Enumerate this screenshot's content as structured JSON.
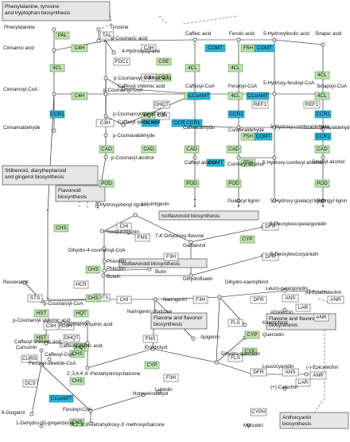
{
  "maps": [
    {
      "id": "phe",
      "lines": [
        "Phenylalanine, tyrosine",
        "and tryptophan biosynthesis"
      ]
    },
    {
      "id": "stilb",
      "lines": [
        "Stilbenoid, diarylheptanoid",
        "and gingerol biosynthesis"
      ]
    },
    {
      "id": "flav",
      "lines": [
        "Flavonoid",
        "biosynthesis"
      ]
    },
    {
      "id": "isoflav1",
      "lines": [
        "Isoflavonoid biosynthesis"
      ]
    },
    {
      "id": "isoflav2",
      "lines": [
        "Isoflavonoid biosynthesis"
      ]
    },
    {
      "id": "flavone",
      "lines": [
        "Flavone and flavonol",
        "biosynthesis"
      ]
    },
    {
      "id": "flavone2",
      "lines": [
        "Flavone and flavonol",
        "biosynthesis"
      ]
    },
    {
      "id": "antho",
      "lines": [
        "Anthocyanin",
        "biosynthesis"
      ]
    }
  ],
  "enzymes": [
    {
      "label": "PAL",
      "style": "g"
    },
    {
      "label": "TAL",
      "style": "w"
    },
    {
      "label": "C4H",
      "style": "g"
    },
    {
      "label": "FDC1",
      "style": "w"
    },
    {
      "label": "C3H",
      "style": "w"
    },
    {
      "label": "CSE",
      "style": "g"
    },
    {
      "label": "4CL",
      "style": "g"
    },
    {
      "label": "COMT",
      "style": "c"
    },
    {
      "label": "4CL",
      "style": "g"
    },
    {
      "label": "F5H",
      "style": "g"
    },
    {
      "label": "COMT",
      "style": "c"
    },
    {
      "label": "4CL",
      "style": "g"
    },
    {
      "label": "4CL",
      "style": "g"
    },
    {
      "label": "C4H",
      "style": "g"
    },
    {
      "label": "C3H",
      "style": "w"
    },
    {
      "label": "HST",
      "style": "g"
    },
    {
      "label": "4CL",
      "style": "g"
    },
    {
      "label": "CCoAMT",
      "style": "c"
    },
    {
      "label": "4CL",
      "style": "g"
    },
    {
      "label": "CCoAMT",
      "style": "c"
    },
    {
      "label": "4CL",
      "style": "g"
    },
    {
      "label": "CCR1",
      "style": "c"
    },
    {
      "label": "DHQT",
      "style": "w"
    },
    {
      "label": "REF1",
      "style": "w"
    },
    {
      "label": "REF1",
      "style": "w"
    },
    {
      "label": "CCR1",
      "style": "c"
    },
    {
      "label": "CCR1",
      "style": "c"
    },
    {
      "label": "CCR1",
      "style": "c"
    },
    {
      "label": "HQT",
      "style": "g"
    },
    {
      "label": "C3H",
      "style": "w"
    },
    {
      "label": "C3H",
      "style": "w"
    },
    {
      "label": "CCR1",
      "style": "c"
    },
    {
      "label": "CCR1",
      "style": "c"
    },
    {
      "label": "F5H",
      "style": "g"
    },
    {
      "label": "COMT",
      "style": "c"
    },
    {
      "label": "CCR1",
      "style": "c"
    },
    {
      "label": "CAD",
      "style": "g"
    },
    {
      "label": "CAD",
      "style": "g"
    },
    {
      "label": "CAD",
      "style": "g"
    },
    {
      "label": "CAD",
      "style": "g"
    },
    {
      "label": "CAD",
      "style": "g"
    },
    {
      "label": "F5H",
      "style": "g"
    },
    {
      "label": "COMT",
      "style": "c"
    },
    {
      "label": "POD",
      "style": "g"
    },
    {
      "label": "POD",
      "style": "g"
    },
    {
      "label": "POD",
      "style": "g"
    },
    {
      "label": "POD",
      "style": "g"
    },
    {
      "label": "CHS",
      "style": "g"
    },
    {
      "label": "CHI",
      "style": "w"
    },
    {
      "label": "FNS",
      "style": "w"
    },
    {
      "label": "DFR",
      "style": "w"
    },
    {
      "label": "CYP",
      "style": "g"
    },
    {
      "label": "CHS",
      "style": "g"
    },
    {
      "label": "F3H",
      "style": "w"
    },
    {
      "label": "DFR",
      "style": "w"
    },
    {
      "label": "HCR",
      "style": "w"
    },
    {
      "label": "PGT1",
      "style": "w"
    },
    {
      "label": "STS",
      "style": "w"
    },
    {
      "label": "CHS",
      "style": "g"
    },
    {
      "label": "CHI",
      "style": "w"
    },
    {
      "label": "F3H",
      "style": "w"
    },
    {
      "label": "DFR",
      "style": "w"
    },
    {
      "label": "ANS",
      "style": "w"
    },
    {
      "label": "LAR",
      "style": "w"
    },
    {
      "label": "ANR",
      "style": "w"
    },
    {
      "label": "HST",
      "style": "g"
    },
    {
      "label": "HQT",
      "style": "g"
    },
    {
      "label": "C3H",
      "style": "w"
    },
    {
      "label": "C3H",
      "style": "w"
    },
    {
      "label": "FLS",
      "style": "w"
    },
    {
      "label": "CYP",
      "style": "g"
    },
    {
      "label": "HST",
      "style": "g"
    },
    {
      "label": "DHQT",
      "style": "w"
    },
    {
      "label": "HQT",
      "style": "g"
    },
    {
      "label": "FNS",
      "style": "w"
    },
    {
      "label": "CYP",
      "style": "g"
    },
    {
      "label": "FLS",
      "style": "w"
    },
    {
      "label": "CURS",
      "style": "w"
    },
    {
      "label": "CHS",
      "style": "g"
    },
    {
      "label": "CHS",
      "style": "g"
    },
    {
      "label": "F3H",
      "style": "w"
    },
    {
      "label": "DFR",
      "style": "w"
    },
    {
      "label": "ANS",
      "style": "w"
    },
    {
      "label": "ANR",
      "style": "w"
    },
    {
      "label": "LAR",
      "style": "w"
    },
    {
      "label": "DCS",
      "style": "w"
    },
    {
      "label": "CCoAMT",
      "style": "c"
    },
    {
      "label": "CHS",
      "style": "g"
    },
    {
      "label": "CYPH",
      "style": "w"
    },
    {
      "label": "CYP",
      "style": "g"
    },
    {
      "label": "ANR",
      "style": "w"
    }
  ],
  "compounds": [
    "Phenylalanine",
    "Tyrosine",
    "p-Coumaric acid",
    "Cinnamic acid",
    "4-Hydroxystyrene",
    "Caffeic acid",
    "Ferulic acid",
    "5-Hydroxyferulic acid",
    "Sinapic acid",
    "p-Coumaroyl shikimic acid",
    "Caffeoyl shikimic acid",
    "Cinnamoyl-CoA",
    "p-Coumaroyl-CoA",
    "Caffeoyl-CoA",
    "Feruloyl-CoA",
    "5-Hydroxy-feruloyl-CoA",
    "Sinapoyl-CoA",
    "p-Coumaroyl quinic acid",
    "Caffeoyl quinic acid",
    "Caffealdehyde",
    "Coniferaldehyde",
    "5-Hydroxy-coniferaldehyde",
    "Sinapaldehyde",
    "Cinnamaldehyde",
    "p-Coumaraldehyde",
    "p-Coumaryl alcohol",
    "Caffeyl alcohol",
    "Coniferyl alcohol",
    "5-Hydroxy-coniferyl alcohol",
    "Sinapyl alcohol",
    "p-Hydroxyphenyl lignin",
    "Guaiacyl lignin",
    "5-Hydroxy-guaiacyl lignin",
    "Syringyl lignin",
    "Liquiritigenin",
    "Isoliquiritigenin",
    "7,4'-Dihydroxy-flavone",
    "Garbanzol",
    "5-Deoxyleucopelargonidin",
    "Dihydro-4-coumaroyl-CoA",
    "Phloretin",
    "Phlorizin",
    "Butin",
    "Butein",
    "Dihydrofisetin",
    "5-Deoxyleucocyanidin",
    "Resveratrol",
    "p-Coumaroyl-CoA",
    "Naringenin chalcone",
    "Naringenin",
    "Dihydro-kaempferol",
    "Leuco-pelargonidin",
    "(-)-Epiafzelechin",
    "Afzelechin",
    "Kaempferol",
    "Apigenin",
    "Quercetin",
    "Leucocyanidin",
    "(-)-Epicatechin",
    "(+)-Catechin",
    "Dihydro-quercetin",
    "Eriodictyol",
    "Luteolin",
    "Curcumin",
    "Feruloyl-diketide-CoA",
    "2',3,4,4',6'-Pentahydroxychalcone",
    "Homoeriodictyol",
    "6-Gingerol",
    "1-Dehydro-[6]-gingerdione",
    "Feruloyl-CoA",
    "4,2',4',6'-Tetrahydroxy-3'-methoxychalcone",
    "Myricetin",
    "p-Coumaroyl shikimic acid",
    "Caffeoyl shikimic acid",
    "p-Coumaroyl quinic acid",
    "Caffeoyl quinic acid",
    "Caffeoyl-CoA"
  ]
}
